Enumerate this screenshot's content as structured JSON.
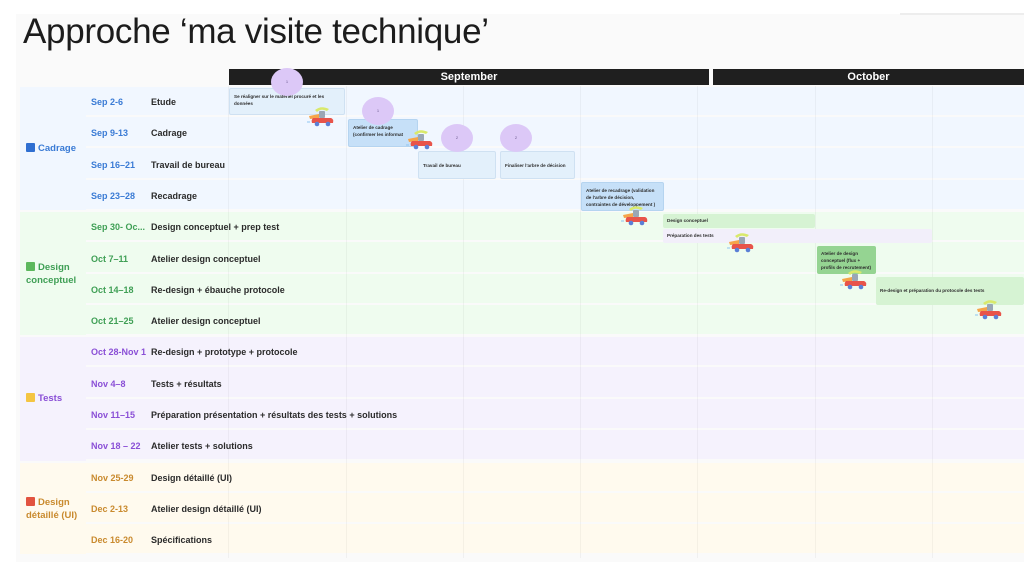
{
  "page": {
    "title": "Approche ‘ma visite technique’"
  },
  "timeline": {
    "months": [
      {
        "label": "September"
      },
      {
        "label": "October"
      }
    ]
  },
  "groups": [
    {
      "label": "Cadrage",
      "color": "#2f6fd1",
      "text_color": "#3a7bd5",
      "band_color": "#f1f7ff",
      "rows": [
        {
          "date": "Sep 2-6",
          "task": "Etude"
        },
        {
          "date": "Sep 9-13",
          "task": "Cadrage"
        },
        {
          "date": "Sep 16–21",
          "task": "Travail de bureau"
        },
        {
          "date": "Sep 23–28",
          "task": "Recadrage"
        }
      ]
    },
    {
      "label": "Design conceptuel",
      "color": "#5cb85c",
      "text_color": "#3f9f55",
      "band_color": "#effcef",
      "rows": [
        {
          "date": "Sep 30- Oc...",
          "task": "Design conceptuel  + prep test"
        },
        {
          "date": "Oct 7–11",
          "task": "Atelier design conceptuel"
        },
        {
          "date": "Oct 14–18",
          "task": "Re-design + ébauche protocole"
        },
        {
          "date": "Oct 21–25",
          "task": "Atelier design conceptuel"
        }
      ]
    },
    {
      "label": "Tests",
      "color": "#f4c542",
      "text_color": "#8a4fd6",
      "band_color": "#f5f2fd",
      "rows": [
        {
          "date": "Oct 28-Nov 1",
          "task": "Re-design + prototype +  protocole"
        },
        {
          "date": "Nov 4–8",
          "task": "Tests + résultats"
        },
        {
          "date": "Nov 11–15",
          "task": "Préparation présentation + résultats des tests  + solutions"
        },
        {
          "date": "Nov 18 – 22",
          "task": "Atelier tests + solutions"
        }
      ]
    },
    {
      "label": "Design détaillé (UI)",
      "color": "#e2533f",
      "text_color": "#c98a2e",
      "band_color": "#fffaee",
      "rows": [
        {
          "date": "Nov 25-29",
          "task": "Design détaillé (UI)"
        },
        {
          "date": "Dec 2-13",
          "task": "Atelier design détaillé (UI)"
        },
        {
          "date": "Dec 16-20",
          "task": "Spécifications"
        }
      ]
    }
  ],
  "blocks": [
    {
      "text": "Se réaligner sur le matériel procuré et les données",
      "badge": "1"
    },
    {
      "text": "Atelier de cadrage (confirmer les informat",
      "badge": "1"
    },
    {
      "text": "Travail de bureau",
      "badge": "2"
    },
    {
      "text": "Finaliser l'arbre de décision",
      "badge": "2"
    },
    {
      "text": "Atelier de recadrage (validation de l'arbre de décision, contraintes de développement )"
    },
    {
      "text": "Design conceptuel"
    },
    {
      "text": "Préparation des tests"
    },
    {
      "text": "Atelier de design conceptuel  (flux + profils de recrutement)"
    },
    {
      "text": "Re-design et préparation du protocole des tests"
    }
  ]
}
